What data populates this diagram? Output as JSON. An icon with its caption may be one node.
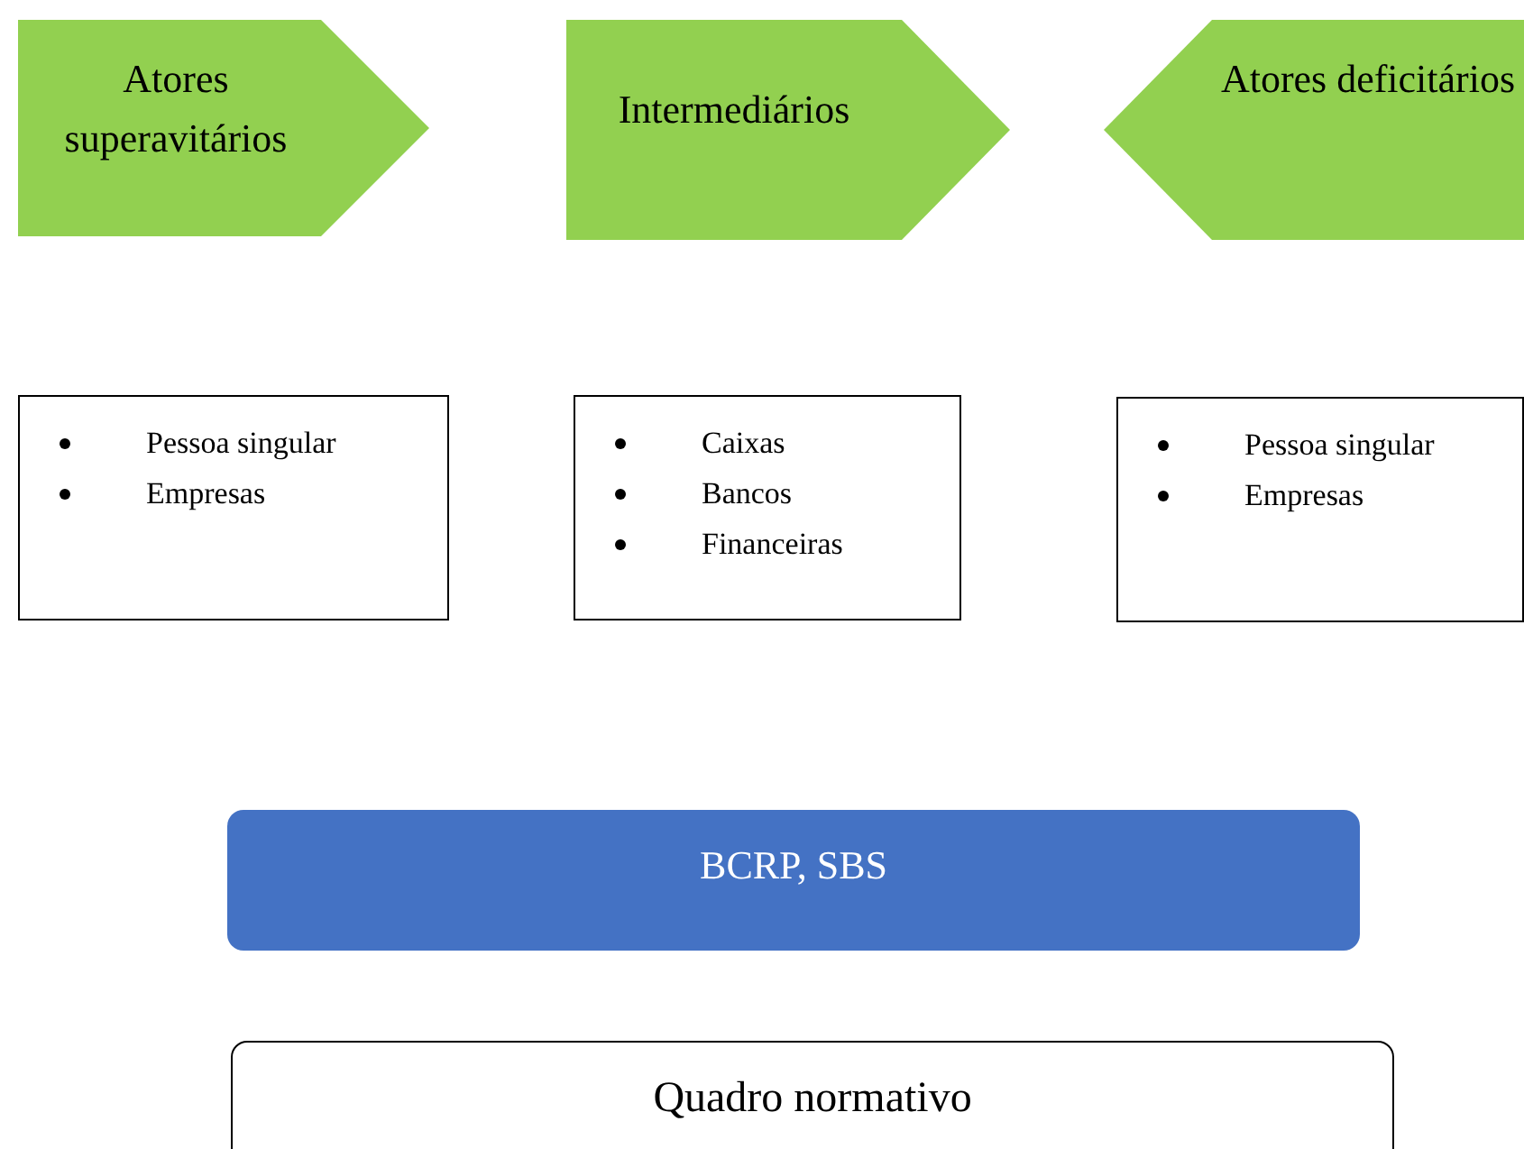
{
  "diagram": {
    "nodes": [
      {
        "text": [
          "Atores superavitários"
        ]
      },
      {
        "text": [
          "Intermediários"
        ]
      },
      {
        "text": [
          "Atores deficitários"
        ]
      },
      {
        "text": [
          "Pessoa singular",
          "Empresas"
        ]
      },
      {
        "text": [
          "Caixas",
          "Bancos",
          "Financeiras"
        ]
      },
      {
        "text": [
          "Pessoa singular",
          "Empresas"
        ]
      },
      {
        "text": [
          "BCRP, SBS"
        ]
      },
      {
        "text": [
          "Quadro normativo"
        ]
      }
    ]
  }
}
